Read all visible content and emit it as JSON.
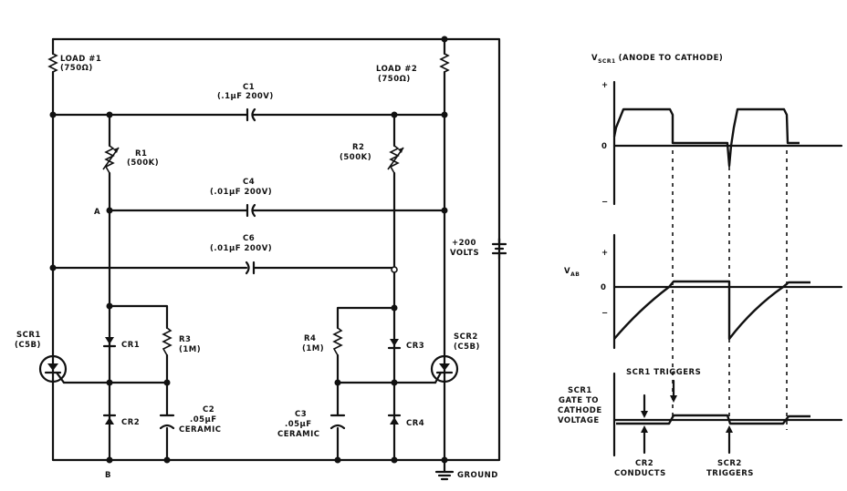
{
  "schematic": {
    "components": {
      "load1": {
        "name": "LOAD #1",
        "value": "(750Ω)"
      },
      "load2": {
        "name": "LOAD #2",
        "value": "(750Ω)"
      },
      "c1": {
        "name": "C1",
        "value": "(.1μF 200V)"
      },
      "r1": {
        "name": "R1",
        "value": "(500K)"
      },
      "r2": {
        "name": "R2",
        "value": "(500K)"
      },
      "c4": {
        "name": "C4",
        "value": "(.01μF 200V)"
      },
      "c6": {
        "name": "C6",
        "value": "(.01μF 200V)"
      },
      "supply": {
        "line1": "+200",
        "line2": "VOLTS"
      },
      "scr1": {
        "name": "SCR1",
        "value": "(C5B)"
      },
      "scr2": {
        "name": "SCR2",
        "value": "(C5B)"
      },
      "cr1": {
        "name": "CR1"
      },
      "cr2": {
        "name": "CR2"
      },
      "cr3": {
        "name": "CR3"
      },
      "cr4": {
        "name": "CR4"
      },
      "r3": {
        "name": "R3",
        "value": "(1M)"
      },
      "r4": {
        "name": "R4",
        "value": "(1M)"
      },
      "c2": {
        "name": "C2",
        "value": ".05μF",
        "type": "CERAMIC"
      },
      "c3": {
        "name": "C3",
        "value": ".05μF",
        "type": "CERAMIC"
      }
    },
    "nodes": {
      "a": "A",
      "b": "B"
    },
    "ground": "GROUND"
  },
  "waveforms": {
    "top": {
      "title_main": "V",
      "title_sub": "SCR1",
      "title_rest": "(ANODE TO CATHODE)",
      "plus": "+",
      "zero": "0",
      "minus": "−"
    },
    "middle": {
      "title_main": "V",
      "title_sub": "AB",
      "plus": "+",
      "zero": "0",
      "minus": "−"
    },
    "bottom": {
      "label_lines": [
        "SCR1",
        "GATE TO",
        "CATHODE",
        "VOLTAGE"
      ],
      "annotation_scr1_triggers": "SCR1 TRIGGERS",
      "annotation_cr2_conducts": [
        "CR2",
        "CONDUCTS"
      ],
      "annotation_scr2_triggers": [
        "SCR2",
        "TRIGGERS"
      ]
    }
  }
}
